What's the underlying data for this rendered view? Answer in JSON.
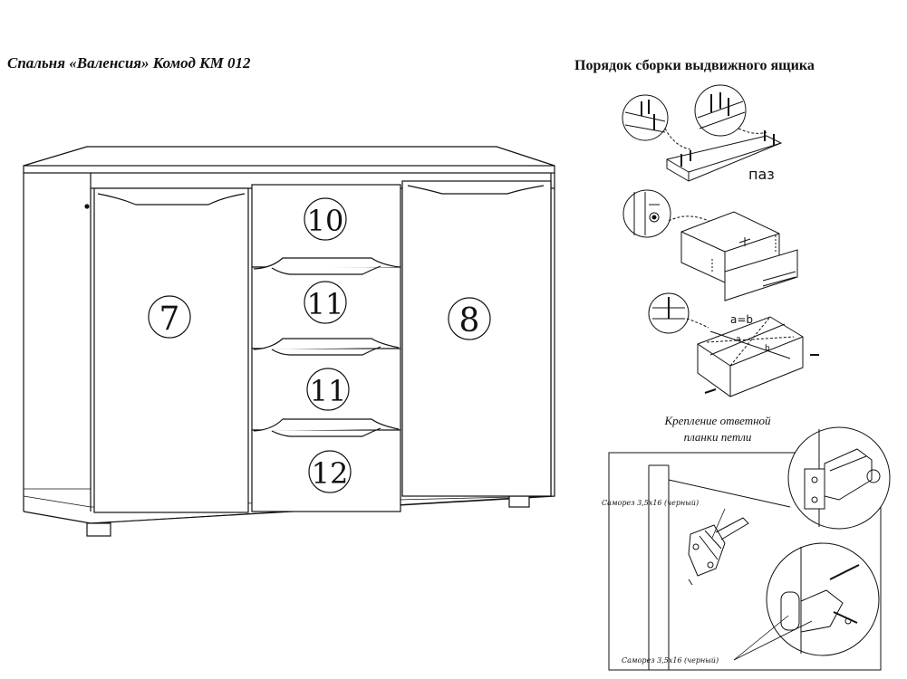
{
  "header": {
    "left_title": "Спальня «Валенсия» Комод КМ 012",
    "right_title": "Порядок сборки выдвижного ящика"
  },
  "chest": {
    "part_numbers": [
      "7",
      "10",
      "11",
      "11",
      "12",
      "8"
    ]
  },
  "assembly": {
    "groove_label": "паз",
    "equality_label": "a=b",
    "dim_a": "a",
    "dim_b": "b"
  },
  "hinge_section": {
    "caption_line1": "Крепление ответной",
    "caption_line2": "планки петли",
    "screw_label_top": "Саморез 3,5х16 (черный)",
    "screw_label_bottom": "Саморез 3,5х16 (черный)"
  }
}
